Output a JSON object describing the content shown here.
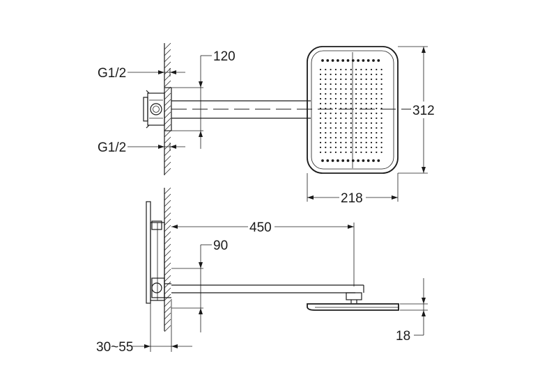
{
  "dimensions": {
    "inlet_top": "G1/2",
    "inlet_bottom": "G1/2",
    "inlet_spacing": "120",
    "head_height": "312",
    "head_width": "218",
    "arm_length": "450",
    "arm_height": "90",
    "wall_depth": "30~55",
    "head_thickness": "18"
  }
}
